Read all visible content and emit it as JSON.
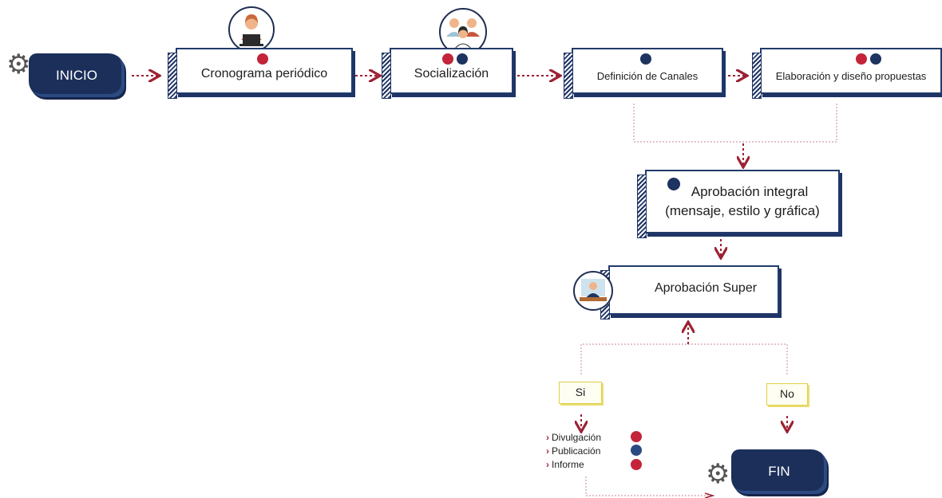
{
  "start": {
    "label": "INICIO"
  },
  "end": {
    "label": "FIN"
  },
  "steps": [
    {
      "label": "Cronograma periódico",
      "dots": [
        "#c3243a"
      ]
    },
    {
      "label": "Socialización",
      "dots": [
        "#c3243a",
        "#1d3360"
      ]
    },
    {
      "label": "Definición de Canales",
      "dots": [
        "#1d3360"
      ]
    },
    {
      "label": "Elaboración y diseño propuestas",
      "dots": [
        "#c3243a",
        "#1d3360"
      ]
    }
  ],
  "approval_integral": {
    "line1": "Aprobación  integral",
    "line2": "(mensaje, estilo y gráfica)",
    "dot": "#1d3360"
  },
  "approval_super": {
    "label": "Aprobación Super"
  },
  "decision": {
    "yes": "Si",
    "no": "No"
  },
  "outputs": [
    {
      "label": "Divulgación",
      "dot": "#c3243a"
    },
    {
      "label": "Publicación",
      "dot": "#2c4a82"
    },
    {
      "label": "Informe",
      "dot": "#c3243a"
    }
  ],
  "colors": {
    "accent_red": "#c3243a",
    "navy": "#1d3360",
    "connector": "#9c2233"
  },
  "icons": [
    "gear-icon",
    "person-laptop-icon",
    "group-icon",
    "manager-icon",
    "chevron-right-icon"
  ]
}
